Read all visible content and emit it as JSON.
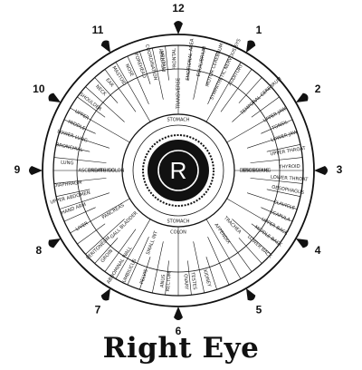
{
  "title": "Right Eye",
  "pupil_letter": "R",
  "hour_labels": [
    "12",
    "1",
    "2",
    "3",
    "4",
    "5",
    "6",
    "7",
    "8",
    "9",
    "10",
    "11"
  ],
  "outer_zones": [
    {
      "text": "PITUITARY",
      "angle": -8
    },
    {
      "text": "FRONTAL",
      "angle": -2
    },
    {
      "text": "EMOTIONAL AREA",
      "angle": 6
    },
    {
      "text": "EQUILIBRIUM",
      "angle": 12
    },
    {
      "text": "MOTOR CEREBRUM",
      "angle": 19
    },
    {
      "text": "SYMPATHETIC NERVOUS SYS",
      "angle": 25
    },
    {
      "text": "AUDITORY",
      "angle": 31
    },
    {
      "text": "TEMPORAL CEREBRUM",
      "angle": 48
    },
    {
      "text": "UPPER JAW",
      "angle": 60
    },
    {
      "text": "TONSIL",
      "angle": 66
    },
    {
      "text": "LOWER JAW",
      "angle": 72
    },
    {
      "text": "UPPER THROAT",
      "angle": 80
    },
    {
      "text": "THYROID",
      "angle": 88
    },
    {
      "text": "LOWER THROAT",
      "angle": 94
    },
    {
      "text": "OESOPHAGUS",
      "angle": 100
    },
    {
      "text": "CLAVICLE",
      "angle": 108
    },
    {
      "text": "SCAPULA",
      "angle": 114
    },
    {
      "text": "UPPER BACK",
      "angle": 120
    },
    {
      "text": "MIDDLE BACK",
      "angle": 126
    },
    {
      "text": "LOWER BACK",
      "angle": 133
    },
    {
      "text": "KIDNEY",
      "angle": 165
    },
    {
      "text": "TESTES",
      "angle": 172
    },
    {
      "text": "OVARY",
      "angle": 176
    },
    {
      "text": "RECTUM",
      "angle": 185
    },
    {
      "text": "ANUS",
      "angle": 188
    },
    {
      "text": "PELVIS",
      "angle": 198
    },
    {
      "text": "UMBILICUS",
      "angle": 206
    },
    {
      "text": "ABDOMINAL WALL",
      "angle": 212
    },
    {
      "text": "GROIN",
      "angle": 220
    },
    {
      "text": "PERITONEUM",
      "angle": 226
    },
    {
      "text": "LIVER",
      "angle": 240
    },
    {
      "text": "HAND ARM",
      "angle": 250
    },
    {
      "text": "UPPER ABDOMEN",
      "angle": 256
    },
    {
      "text": "DIAPHRAGM",
      "angle": 263
    },
    {
      "text": "LUNG",
      "angle": 274
    },
    {
      "text": "BRONCHIAL",
      "angle": 282
    },
    {
      "text": "LOWER LUNG",
      "angle": 288
    },
    {
      "text": "MIDDLE",
      "angle": 294
    },
    {
      "text": "UPPER",
      "angle": 300
    },
    {
      "text": "SHOULDER",
      "angle": 308
    },
    {
      "text": "NECK",
      "angle": 316
    },
    {
      "text": "EAR",
      "angle": 322
    },
    {
      "text": "MASTOID",
      "angle": 328
    },
    {
      "text": "NOSE",
      "angle": 334
    },
    {
      "text": "FOREHEAD",
      "angle": 340
    },
    {
      "text": "COORDINATION",
      "angle": 346
    },
    {
      "text": "MENTAL",
      "angle": 352
    }
  ],
  "mid_zones": [
    {
      "text": "BRONCHUS",
      "angle": 90
    },
    {
      "text": "TRACHEA",
      "angle": 135
    },
    {
      "text": "APPENDIX",
      "angle": 145
    },
    {
      "text": "GALL BLADDER",
      "angle": 225
    },
    {
      "text": "PANCREAS",
      "angle": 238
    },
    {
      "text": "BREATHING",
      "angle": 270
    },
    {
      "text": "TRANSVERSE",
      "angle": 0
    },
    {
      "text": "ASCENDING COLON",
      "angle": 270
    },
    {
      "text": "DESCENDING",
      "angle": 90
    },
    {
      "text": "SMALL INT",
      "angle": 200
    }
  ],
  "inner_labels": {
    "stomach_top": "STOMACH",
    "stomach_bottom": "STOMACH",
    "colon_bottom": "COLON"
  },
  "colors": {
    "ink": "#111111",
    "paper": "#ffffff"
  }
}
